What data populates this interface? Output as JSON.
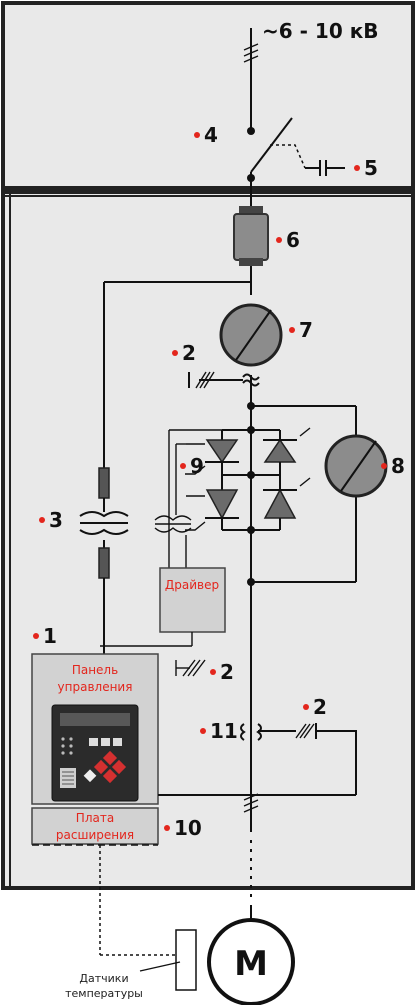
{
  "labels": {
    "voltage": "~6 - 10 кВ",
    "l1": "1",
    "l2": "2",
    "l3": "3",
    "l4": "4",
    "l5": "5",
    "l6": "6",
    "l7": "7",
    "l8": "8",
    "l9": "9",
    "l10": "10",
    "l11": "11"
  },
  "boxes": {
    "driver": "Драйвер",
    "panel_line1": "Панель",
    "panel_line2": "управления",
    "expansion_line1": "Плата",
    "expansion_line2": "расширения",
    "motor": "M"
  },
  "caption": {
    "line1": "Датчики",
    "line2": "температуры"
  },
  "colors": {
    "frame_bg": "#e9e9e9",
    "marker": "#e3261d",
    "component_gray": "#8c8c8c",
    "thyristor": "#6b6b6b",
    "panel_device": "#2b2b2b"
  }
}
